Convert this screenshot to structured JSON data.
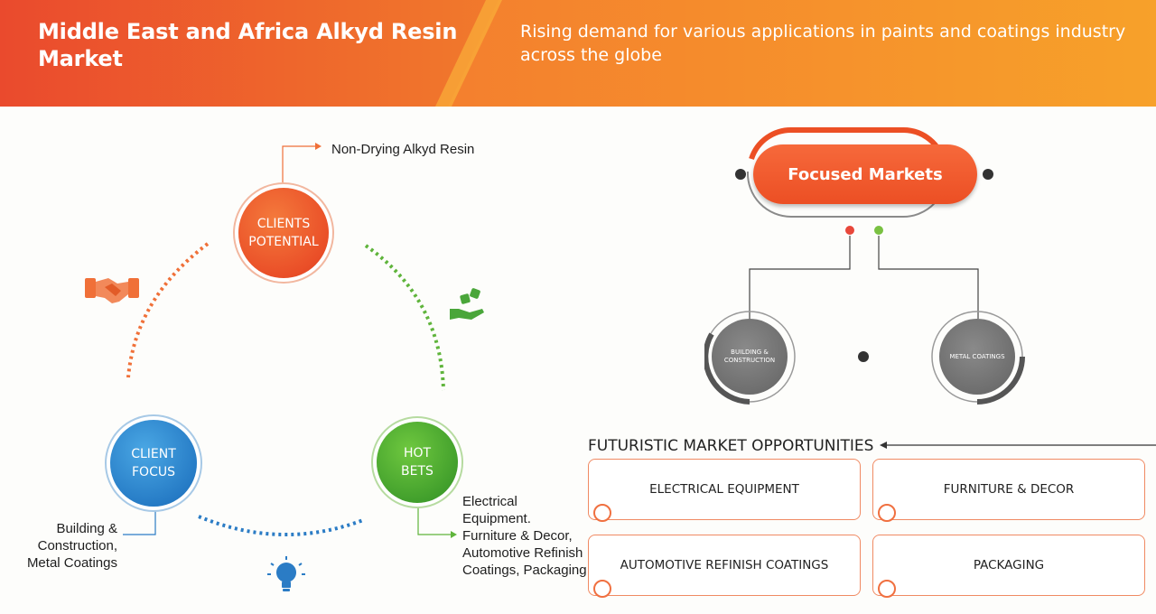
{
  "header": {
    "title": "Middle East and Africa Alkyd Resin Market",
    "subtitle": "Rising demand for various applications in paints and coatings industry across the globe"
  },
  "cycle": {
    "clients_potential": {
      "line1": "CLIENTS",
      "line2": "POTENTIAL",
      "annotation": "Non-Drying Alkyd Resin"
    },
    "client_focus": {
      "line1": "CLIENT",
      "line2": "FOCUS",
      "annotation": "Building & Construction, Metal Coatings"
    },
    "hot_bets": {
      "line1": "HOT",
      "line2": "BETS",
      "annotation": "Electrical Equipment. Furniture & Decor, Automotive Refinish Coatings, Packaging"
    }
  },
  "focused_markets": {
    "label": "Focused Markets",
    "segments": [
      "BUILDING & CONSTRUCTION",
      "METAL COATINGS"
    ]
  },
  "futuristic": {
    "title": "FUTURISTIC MARKET OPPORTUNITIES",
    "items": [
      "ELECTRICAL EQUIPMENT",
      "FURNITURE & DECOR",
      "AUTOMOTIVE REFINISH COATINGS",
      "PACKAGING"
    ]
  },
  "colors": {
    "orange": "#ec4f24",
    "blue": "#2479c4",
    "green": "#3f9d2b",
    "gray": "#6e6e6e"
  },
  "icons": [
    "handshake-icon",
    "dice-hand-icon",
    "lightbulb-icon"
  ]
}
